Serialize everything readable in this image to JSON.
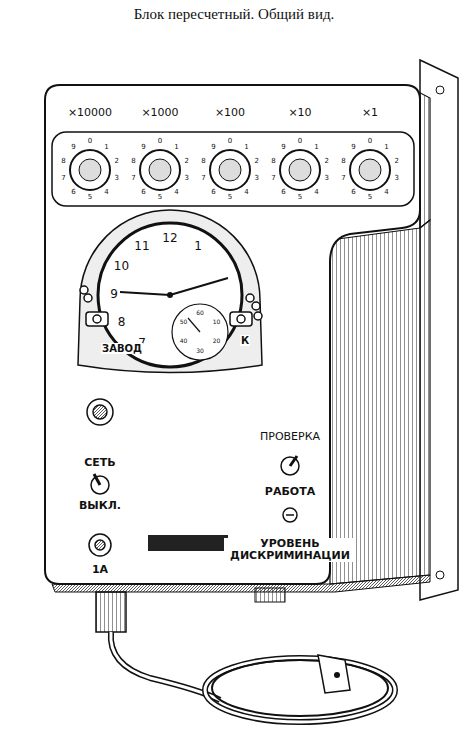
{
  "diagram": {
    "title": "Блок пересчетный. Общий вид.",
    "labels": [
      "×10000",
      "×1000",
      "×100",
      "×10",
      "×1",
      "0",
      "1",
      "2",
      "3",
      "4",
      "5",
      "6",
      "7",
      "8",
      "9",
      "0",
      "1",
      "2",
      "3",
      "4",
      "5",
      "6",
      "7",
      "8",
      "9",
      "0",
      "1",
      "2",
      "3",
      "4",
      "5",
      "6",
      "7",
      "8",
      "9",
      "0",
      "1",
      "2",
      "3",
      "4",
      "5",
      "6",
      "7",
      "8",
      "9",
      "0",
      "1",
      "2",
      "3",
      "4",
      "5",
      "6",
      "7",
      "8",
      "9",
      "12",
      "1",
      "7",
      "8",
      "9",
      "10",
      "11",
      "60",
      "10",
      "20",
      "30",
      "40",
      "50",
      "ЗАВОД",
      "К",
      "СЕТЬ",
      "ВЫКЛ.",
      "1А",
      "ПРОВЕРКА",
      "РАБОТА",
      "УРОВЕНЬ ДИСКРИМИНАЦИИ"
    ]
  }
}
